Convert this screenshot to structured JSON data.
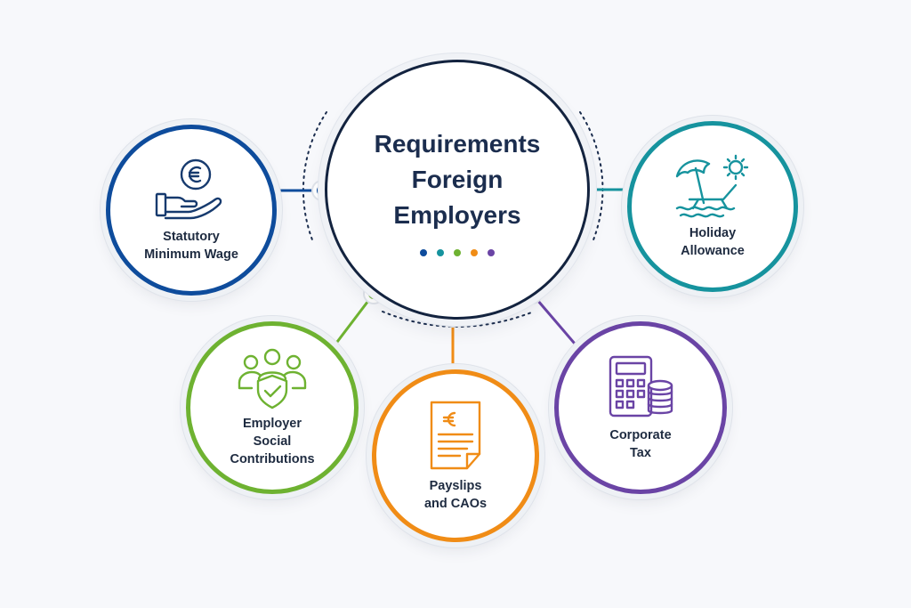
{
  "center": {
    "title": "Requirements\nForeign\nEmployers",
    "dot_colors": [
      "#0e4c9c",
      "#16939e",
      "#6eb231",
      "#f08c16",
      "#6a44a5"
    ]
  },
  "nodes": [
    {
      "key": "wage",
      "label": "Statutory\nMinimum Wage",
      "color": "#0e4c9c",
      "icon": "euro-hand-icon"
    },
    {
      "key": "holiday",
      "label": "Holiday\nAllowance",
      "color": "#16939e",
      "icon": "beach-umbrella-icon"
    },
    {
      "key": "social",
      "label": "Employer\nSocial\nContributions",
      "color": "#6eb231",
      "icon": "people-shield-icon"
    },
    {
      "key": "payslip",
      "label": "Payslips\nand CAOs",
      "color": "#f08c16",
      "icon": "euro-document-icon"
    },
    {
      "key": "tax",
      "label": "Corporate\nTax",
      "color": "#6a44a5",
      "icon": "calculator-coins-icon"
    }
  ]
}
